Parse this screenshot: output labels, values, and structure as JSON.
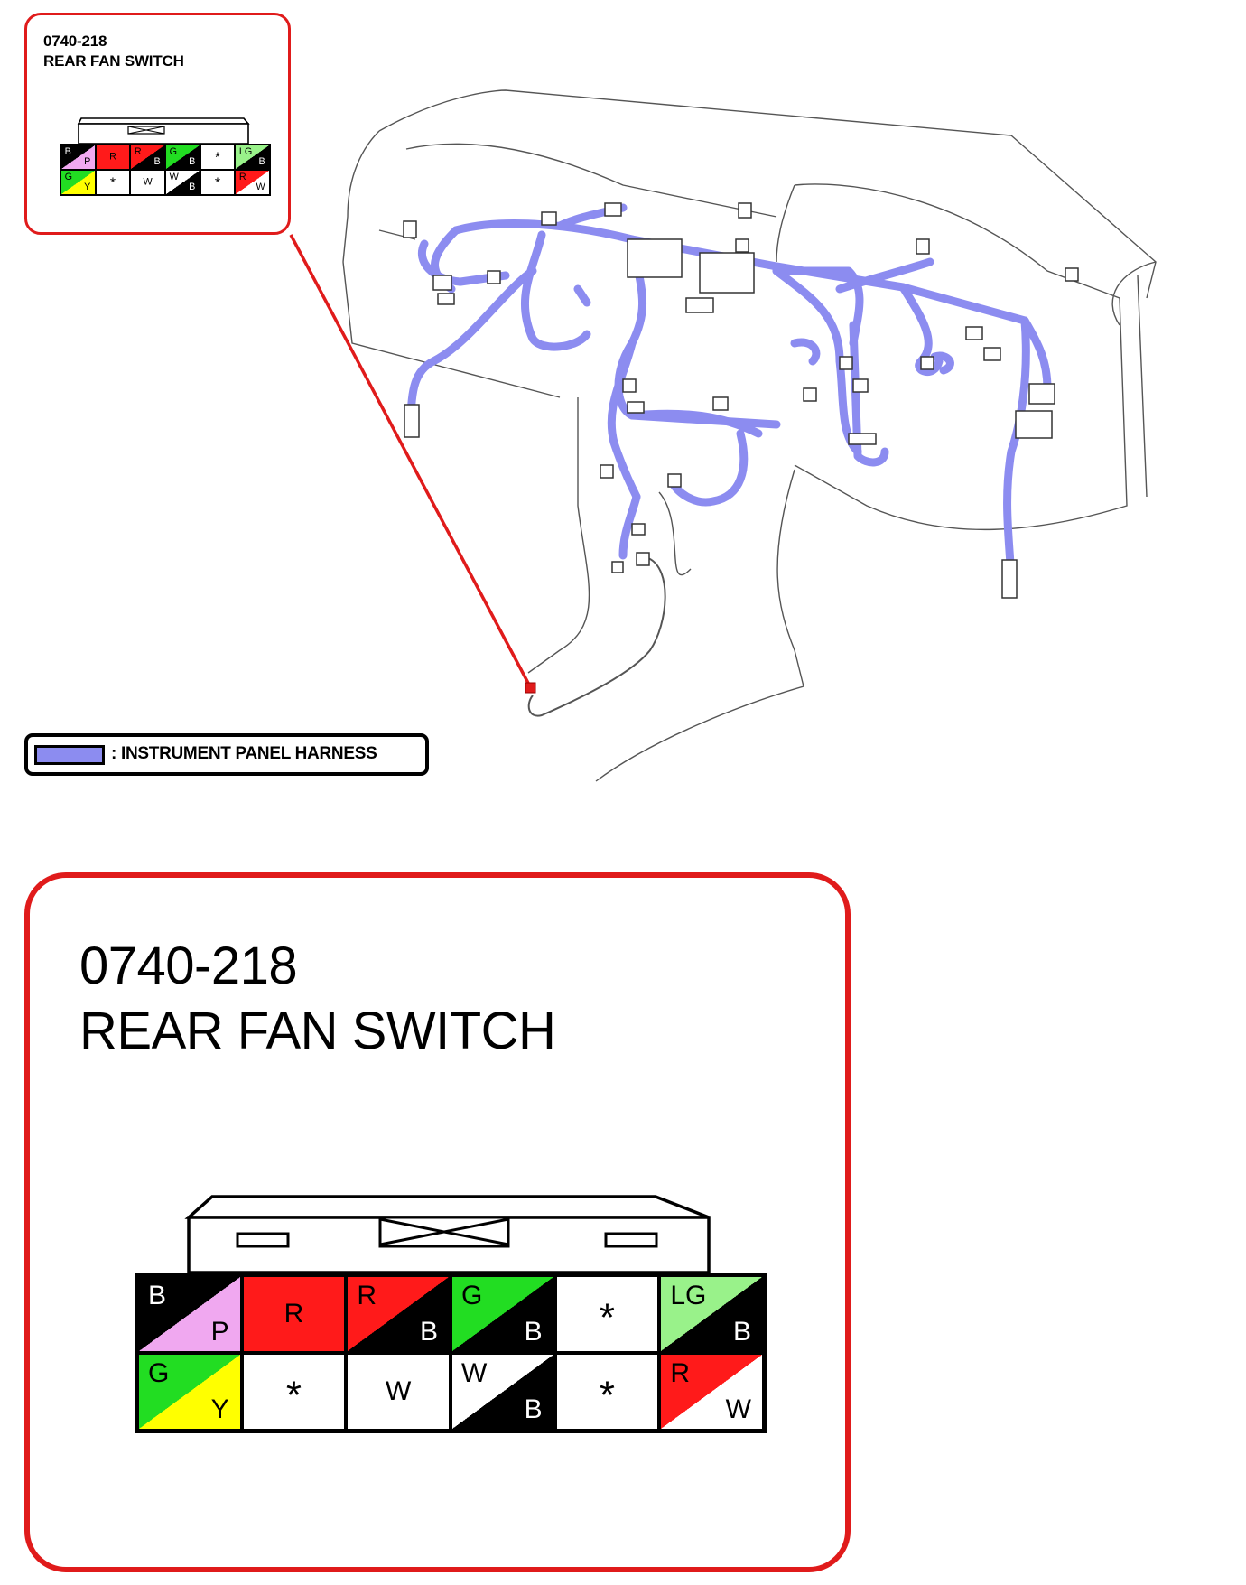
{
  "connector": {
    "code": "0740-218",
    "name": "REAR FAN SWITCH"
  },
  "legend": {
    "text": ": INSTRUMENT PANEL HARNESS",
    "color": "#8c8cf0"
  },
  "colors": {
    "callout": "#e01b1b",
    "harness": "#8c8cf0",
    "B": "#000000",
    "P": "#f0a8f0",
    "R": "#ff1a1a",
    "G": "#22dd22",
    "LG": "#99f28a",
    "Y": "#ffff00",
    "W": "#ffffff"
  },
  "cavities": [
    {
      "primary": "B",
      "secondary": "P"
    },
    {
      "primary": "R",
      "secondary": null
    },
    {
      "primary": "R",
      "secondary": "B"
    },
    {
      "primary": "G",
      "secondary": "B"
    },
    {
      "primary": "*",
      "secondary": null
    },
    {
      "primary": "LG",
      "secondary": "B"
    },
    {
      "primary": "G",
      "secondary": "Y"
    },
    {
      "primary": "*",
      "secondary": null
    },
    {
      "primary": "W",
      "secondary": null
    },
    {
      "primary": "W",
      "secondary": "B"
    },
    {
      "primary": "*",
      "secondary": null
    },
    {
      "primary": "R",
      "secondary": "W"
    }
  ]
}
